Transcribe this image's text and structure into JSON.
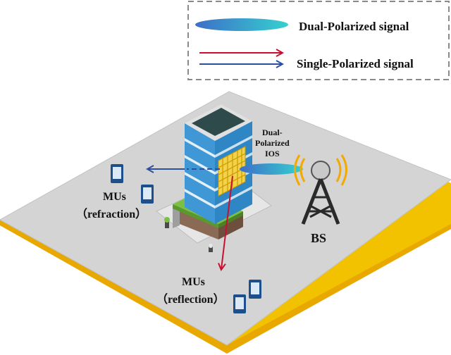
{
  "legend": {
    "dual_label": "Dual-Polarized signal",
    "single_label": "Single-Polarized signal"
  },
  "labels": {
    "ios_line1": "Dual-",
    "ios_line2": "Polarized",
    "ios_line3": "IOS",
    "mu_refraction_line1": "MUs",
    "mu_refraction_line2": "（refraction）",
    "mu_reflection_line1": "MUs",
    "mu_reflection_line2": "（reflection）",
    "bs": "BS"
  },
  "colors": {
    "ground": "#d4d4d4",
    "ground_edge": "#f2c200",
    "building_glass": "#3f97d6",
    "ios_panel": "#f3d24a",
    "red_signal": "#c8102e",
    "blue_signal": "#2b4fa0",
    "dual_beam": "#33b8d4"
  }
}
